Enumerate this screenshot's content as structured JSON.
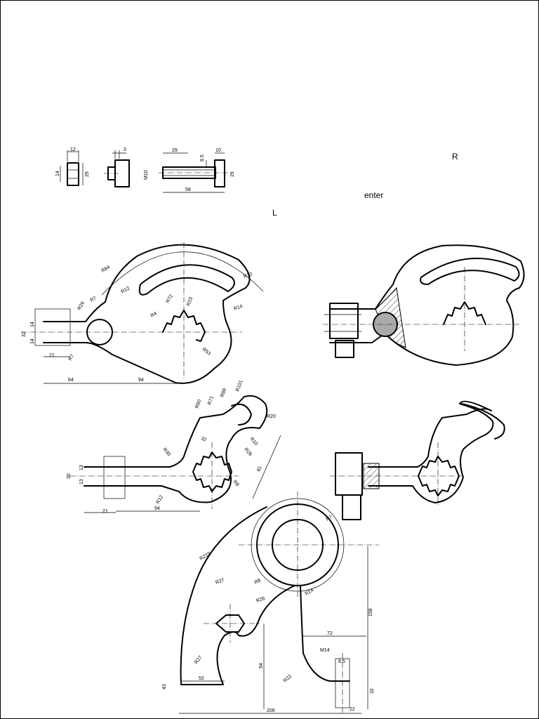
{
  "sheet": {
    "labels": {
      "r": "R",
      "enter": "enter",
      "l": "L"
    },
    "enter_color": "#2e7d32"
  },
  "parts": {
    "washer": {
      "w": "12",
      "h": "14",
      "h2": "29"
    },
    "plate": {
      "t": "3"
    },
    "bolt": {
      "len": "29",
      "t": "8.5",
      "head": "10",
      "h": "29",
      "thread": "M10",
      "total": "58"
    }
  },
  "view1": {
    "top": "14",
    "bot": "14",
    "h": "32",
    "w": "21",
    "l": "64",
    "l2": "94",
    "r": [
      "R84",
      "R12",
      "R72",
      "R7",
      "R26",
      "R4",
      "R53",
      "R32",
      "R14",
      "R23",
      "R7"
    ]
  },
  "view3": {
    "h": "30",
    "t1": "13",
    "t2": "13",
    "w": "21",
    "l": "94",
    "side": "32",
    "len": "81",
    "r": [
      "R60",
      "R71",
      "R89",
      "R101",
      "R20",
      "R30",
      "R10",
      "R26",
      "R8",
      "R12"
    ]
  },
  "view5": {
    "r": [
      "R219",
      "R27",
      "R26",
      "R27",
      "R8",
      "R14",
      "R7",
      "R22"
    ],
    "dims": {
      "h1": "158",
      "l1": "72",
      "thread": "M14",
      "t": "8.5",
      "h2": "94",
      "w": "52",
      "h3": "43",
      "total": "206",
      "s": "22",
      "h4": "32"
    }
  }
}
